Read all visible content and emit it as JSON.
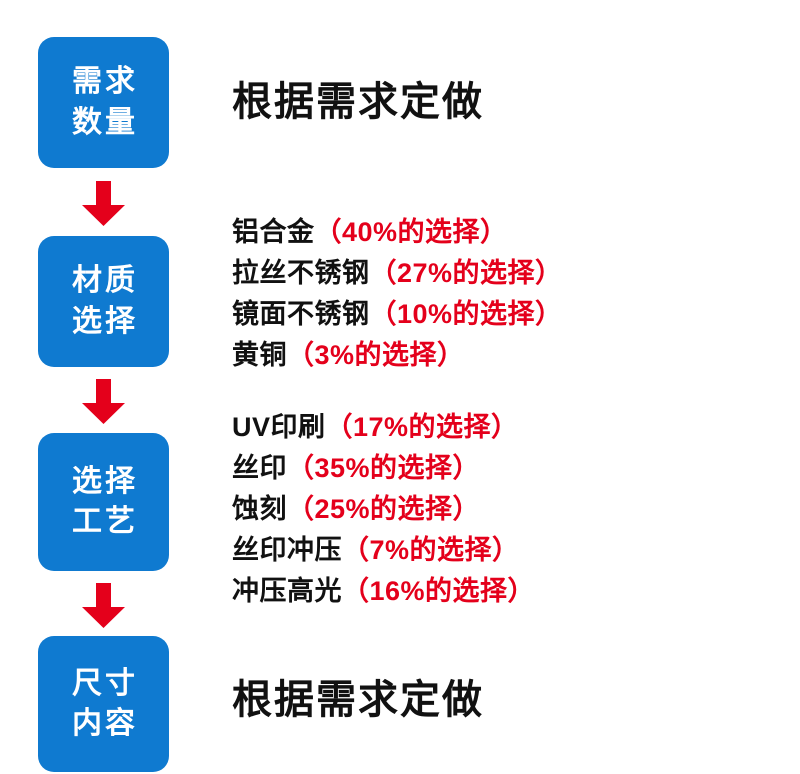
{
  "flow": {
    "stages": [
      {
        "id": "demand",
        "lines": [
          "需求",
          "数量"
        ]
      },
      {
        "id": "material",
        "lines": [
          "材质",
          "选择"
        ]
      },
      {
        "id": "process",
        "lines": [
          "选择",
          "工艺"
        ]
      },
      {
        "id": "size",
        "lines": [
          "尺寸",
          "内容"
        ]
      }
    ],
    "arrow_icon": "arrow-down-icon",
    "box_color": "#0f7ad0",
    "arrow_color": "#e4001b"
  },
  "content": {
    "headline_top": "根据需求定做",
    "headline_bottom": "根据需求定做",
    "material_options": [
      {
        "name": "铝合金",
        "note": "（40%的选择）"
      },
      {
        "name": "拉丝不锈钢",
        "note": "（27%的选择）"
      },
      {
        "name": "镜面不锈钢",
        "note": "（10%的选择）"
      },
      {
        "name": "黄铜",
        "note": "（3%的选择）"
      }
    ],
    "process_options": [
      {
        "name": "UV印刷",
        "note": "（17%的选择）"
      },
      {
        "name": "丝印",
        "note": "（35%的选择）"
      },
      {
        "name": "蚀刻",
        "note": "（25%的选择）"
      },
      {
        "name": "丝印冲压",
        "note": "（7%的选择）"
      },
      {
        "name": "冲压高光",
        "note": "（16%的选择）"
      }
    ],
    "text_color": "#111111",
    "accent_color": "#e4001b"
  }
}
